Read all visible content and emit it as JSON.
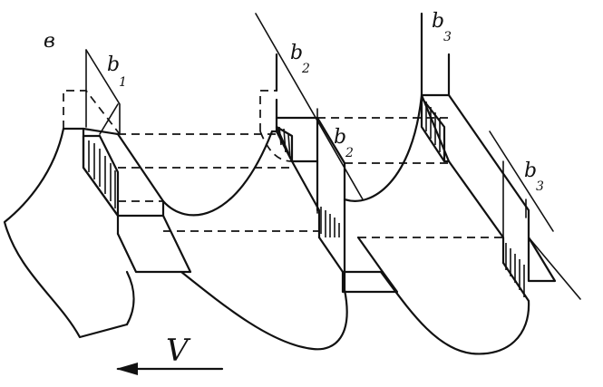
{
  "figure": {
    "view_label": "в",
    "velocity_label": "V",
    "labels": {
      "b1": {
        "base": "b",
        "sub": "1"
      },
      "b2_top": {
        "base": "b",
        "sub": "2"
      },
      "b2_mid": {
        "base": "b",
        "sub": "2"
      },
      "b3_top": {
        "base": "b",
        "sub": "3"
      },
      "b3_right": {
        "base": "b",
        "sub": "3"
      }
    }
  }
}
